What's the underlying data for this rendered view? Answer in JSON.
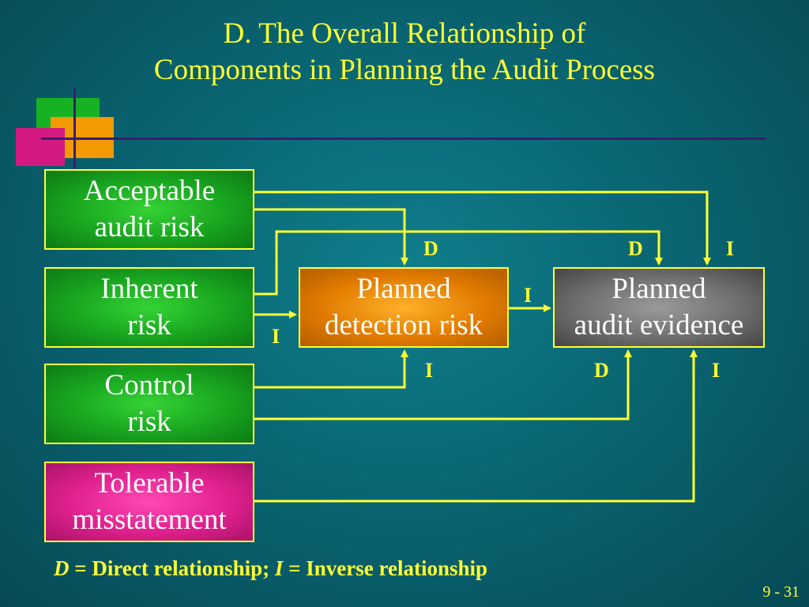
{
  "title": {
    "line1": "D. The Overall Relationship of",
    "line2": "Components in Planning the Audit Process"
  },
  "boxes": {
    "acceptable_audit_risk": [
      "Acceptable",
      "audit risk"
    ],
    "inherent_risk": [
      "Inherent",
      "risk"
    ],
    "control_risk": [
      "Control",
      "risk"
    ],
    "tolerable_misstatement": [
      "Tolerable",
      "misstatement"
    ],
    "planned_detection_risk": [
      "Planned",
      "detection risk"
    ],
    "planned_audit_evidence": [
      "Planned",
      "audit evidence"
    ]
  },
  "relationship_labels": {
    "aar_to_pdr": "D",
    "aar_to_pae": "I",
    "ir_to_pae": "D",
    "ir_to_pdr": "I",
    "cr_to_pdr": "I",
    "cr_to_pae": "D",
    "tm_to_pae": "I",
    "pdr_to_pae": "I"
  },
  "legend": {
    "d_letter": "D",
    "d_text": " = Direct relationship; ",
    "i_letter": "I",
    "i_text": " = Inverse relationship"
  },
  "page_number": "9 - 31",
  "colors": {
    "accent": "#ffff33",
    "background": "#0a6673",
    "green_box": "#18a41f",
    "pink_box": "#e0208e",
    "orange_box": "#e27c00",
    "grey_box": "#6f6f6f"
  }
}
